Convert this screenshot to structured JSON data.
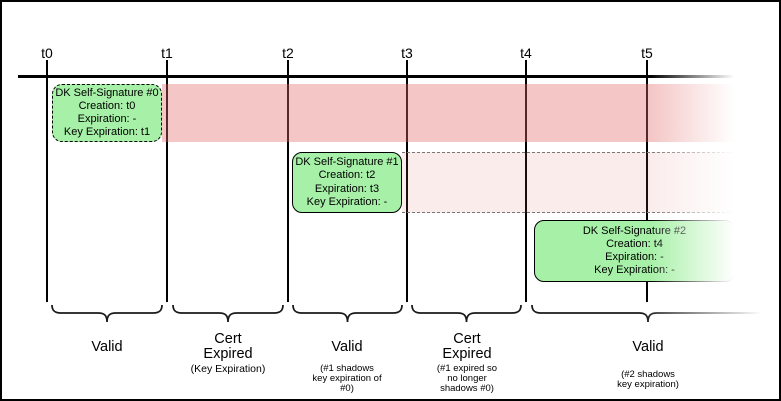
{
  "timeline": {
    "tick_labels": [
      "t0",
      "t1",
      "t2",
      "t3",
      "t4",
      "t5"
    ]
  },
  "signatures": [
    {
      "title": "DK Self-Signature #0",
      "creation": "Creation: t0",
      "expiration": "Expiration: -",
      "key_expiration": "Key Expiration: t1"
    },
    {
      "title": "DK Self-Signature #1",
      "creation": "Creation: t2",
      "expiration": "Expiration: t3",
      "key_expiration": "Key Expiration: -"
    },
    {
      "title": "DK Self-Signature #2",
      "creation": "Creation: t4",
      "expiration": "Expiration: -",
      "key_expiration": "Key Expiration: -"
    }
  ],
  "segments": [
    {
      "label": "Valid",
      "note": ""
    },
    {
      "label": "Cert\nExpired",
      "note": "(Key Expiration)"
    },
    {
      "label": "Valid",
      "note": "(#1 shadows\nkey expiration of\n#0)"
    },
    {
      "label": "Cert\nExpired",
      "note": "(#1 expired so\nno longer\nshadows #0)"
    },
    {
      "label": "Valid",
      "note": "(#2 shadows\nkey expiration)"
    }
  ],
  "colors": {
    "valid_green": "#a7f0a7",
    "expired_red_strong": "#f4c6c6",
    "expired_red_faint": "#fbebeb",
    "line": "#000000"
  }
}
